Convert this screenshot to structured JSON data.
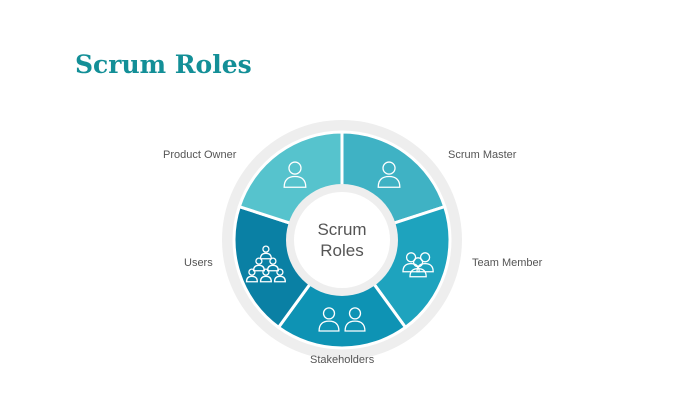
{
  "title": "Scrum Roles",
  "center_label": [
    "Scrum",
    "Roles"
  ],
  "segments": [
    {
      "label": "Scrum Master",
      "color": "#3fb2c4",
      "icon": "scrum-master-icon"
    },
    {
      "label": "Team Member",
      "color": "#1ea3be",
      "icon": "team-icon"
    },
    {
      "label": "Stakeholders",
      "color": "#0e93b4",
      "icon": "stakeholders-icon"
    },
    {
      "label": "Users",
      "color": "#0a80a4",
      "icon": "users-hierarchy-icon"
    },
    {
      "label": "Product Owner",
      "color": "#56c3cd",
      "icon": "product-owner-icon"
    }
  ]
}
